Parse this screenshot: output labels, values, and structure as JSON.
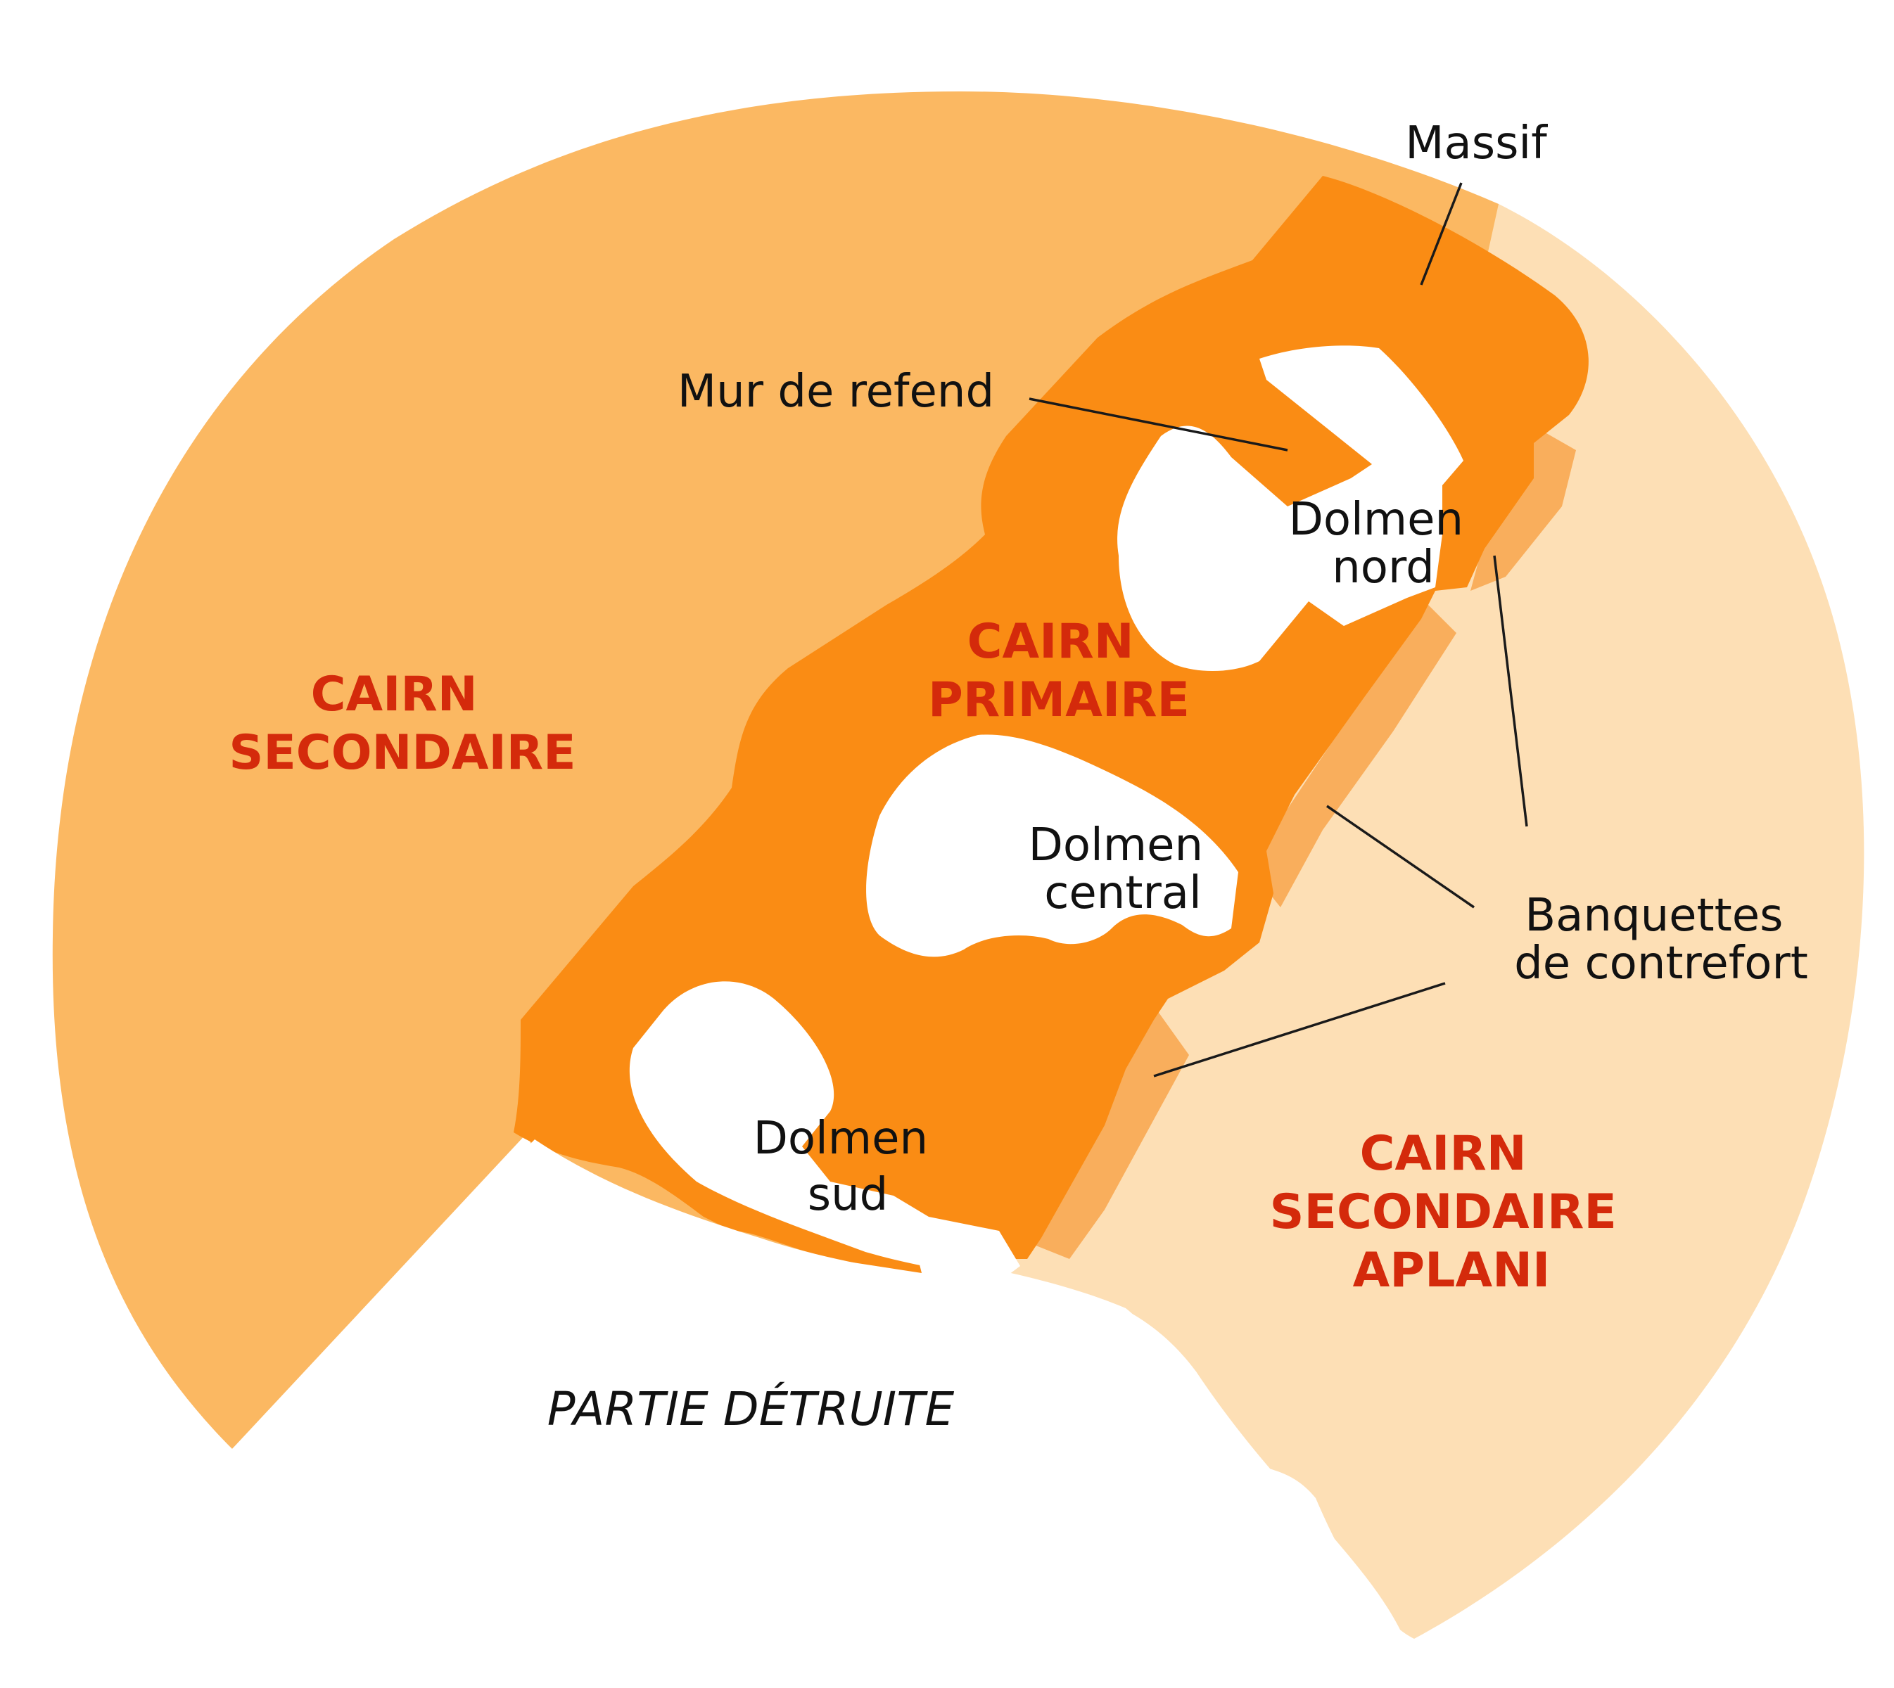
{
  "colors": {
    "cairn_secondaire": "#FBB862",
    "cairn_secondaire_aplani": "#FDDFB5",
    "cairn_primaire": "#FA8C14",
    "banquettes": "#F9AE5C",
    "chambers": "#FFFFFF",
    "zone_label": "#D42A0B",
    "text": "#111111"
  },
  "zones": {
    "cairn_secondaire": [
      "CAIRN",
      "SECONDAIRE"
    ],
    "cairn_primaire": [
      "CAIRN",
      "PRIMAIRE"
    ],
    "cairn_secondaire_aplani": [
      "CAIRN",
      "SECONDAIRE",
      "APLANI"
    ],
    "partie_detruite": "PARTIE DÉTRUITE"
  },
  "labels": {
    "massif": "Massif",
    "mur_de_refend": "Mur de refend",
    "dolmen_nord": [
      "Dolmen",
      "nord"
    ],
    "dolmen_central": [
      "Dolmen",
      "central"
    ],
    "dolmen_sud": [
      "Dolmen",
      "sud"
    ],
    "banquettes": [
      "Banquettes",
      "de contrefort"
    ]
  }
}
